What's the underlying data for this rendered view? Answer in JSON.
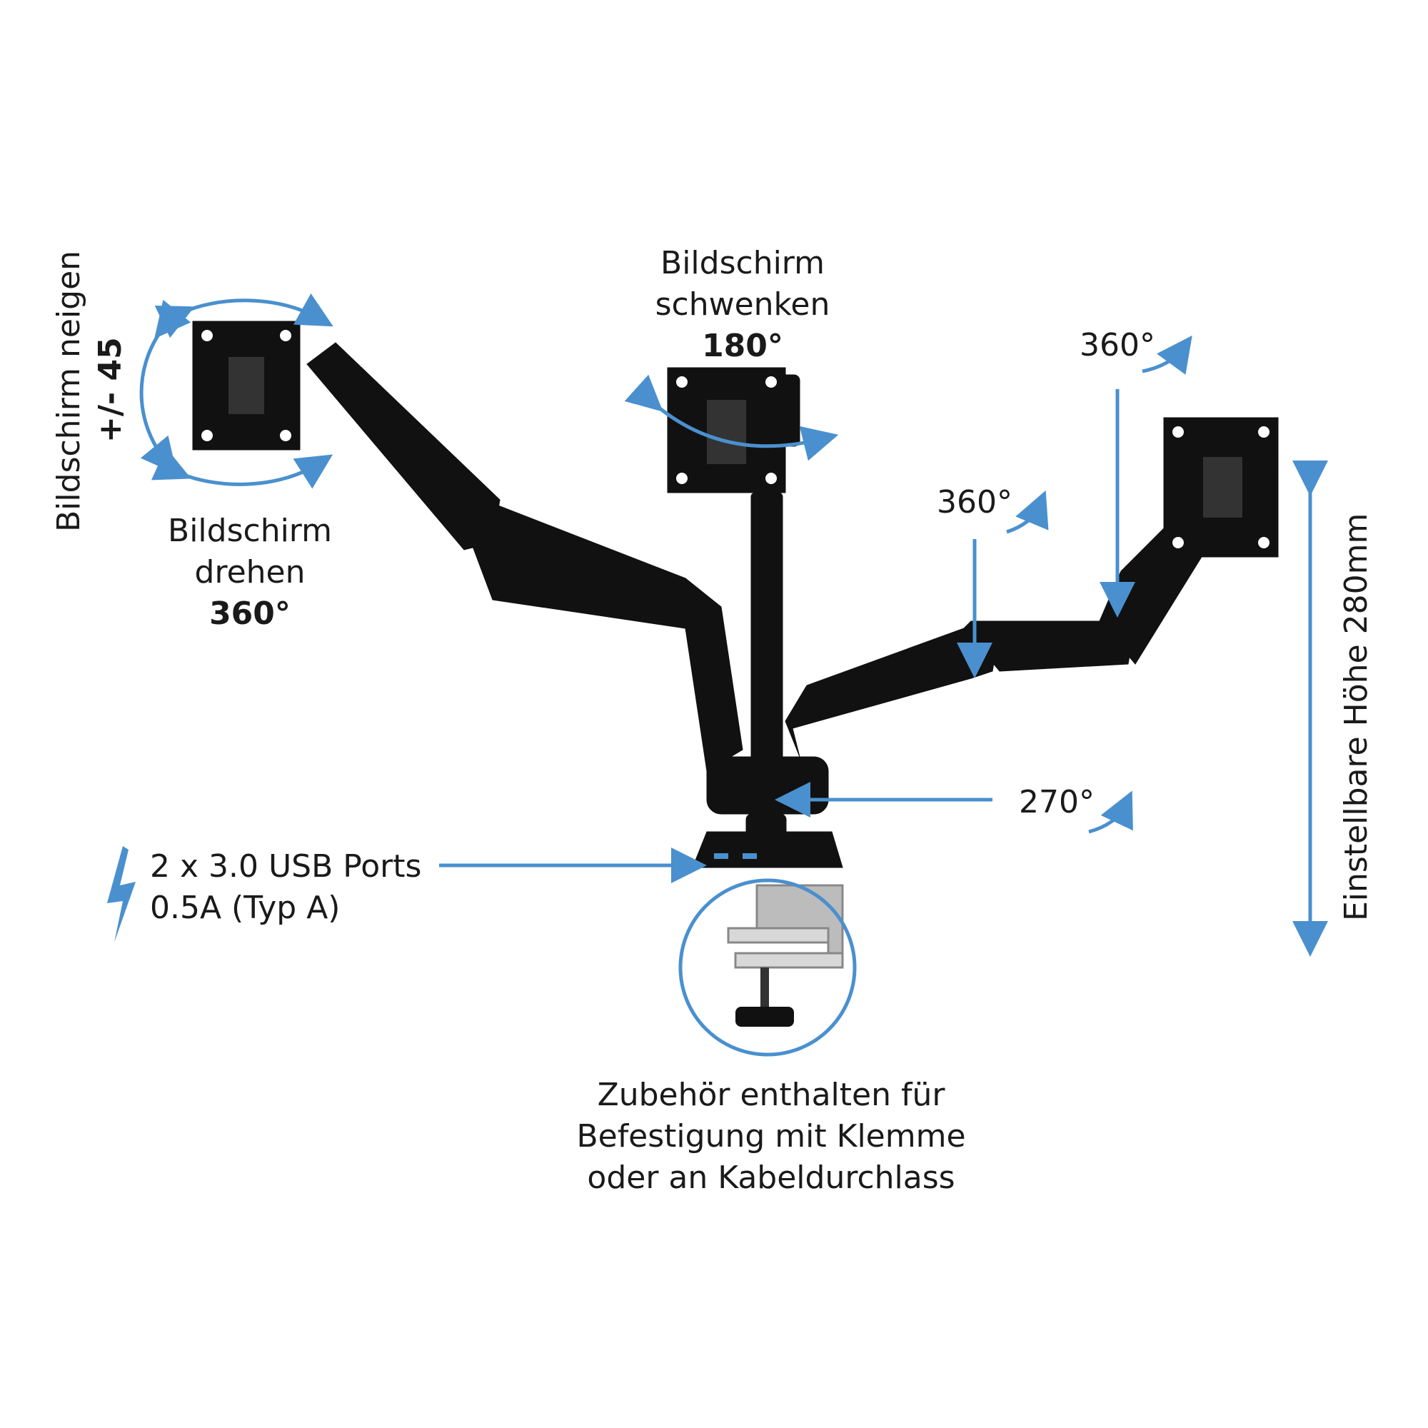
{
  "colors": {
    "accent": "#4a90cf",
    "product": "#111111",
    "text": "#1a1a1a",
    "clamp_metal": "#b8b8b8"
  },
  "labels": {
    "tilt": {
      "line1": "Bildschirm neigen",
      "value": "+/- 45"
    },
    "rotate": {
      "line1": "Bildschirm",
      "line2": "drehen",
      "value": "360°"
    },
    "swivel": {
      "line1": "Bildschirm",
      "line2": "schwenken",
      "value": "180°"
    },
    "arm_joint_upper": "360°",
    "arm_joint_lower": "360°",
    "base_rotation": "270°",
    "usb": {
      "line1": "2 x 3.0 USB Ports",
      "line2": "0.5A (Typ A)"
    },
    "accessories": {
      "line1": "Zubehör enthalten für",
      "line2": "Befestigung mit Klemme",
      "line3": "oder an Kabeldurchlass"
    },
    "height": "Einstellbare Höhe 280mm"
  },
  "icons": {
    "usb_power": "lightning-bolt-icon"
  }
}
